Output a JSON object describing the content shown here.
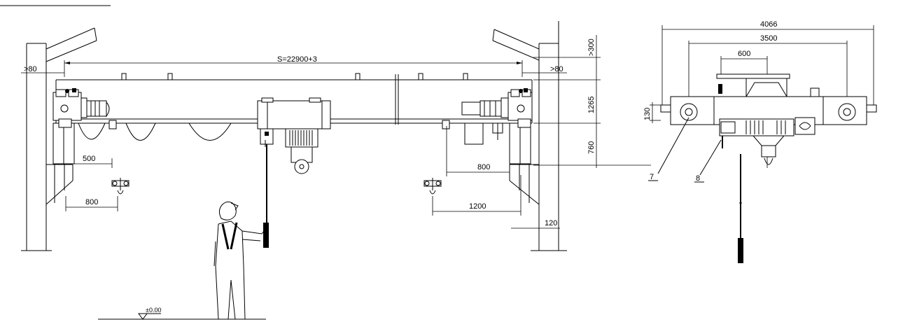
{
  "dimensions": {
    "span": "S=22900+3",
    "left_clearance": ">80",
    "right_clearance": ">80",
    "hook_left_limit": "500",
    "hook_right_limit": "800",
    "pendant_left": "800",
    "pendant_right": "1200",
    "rail_offset": "120",
    "top_clearance": ">300",
    "crane_height": "1265",
    "hook_height": "760",
    "overall_width": "4066",
    "wheel_base": "3500",
    "trolley_gauge": "600",
    "end_beam_height": "130"
  },
  "callouts": {
    "wheel_item": "7",
    "buffer_item": "8"
  },
  "floor_level": "±0.00"
}
